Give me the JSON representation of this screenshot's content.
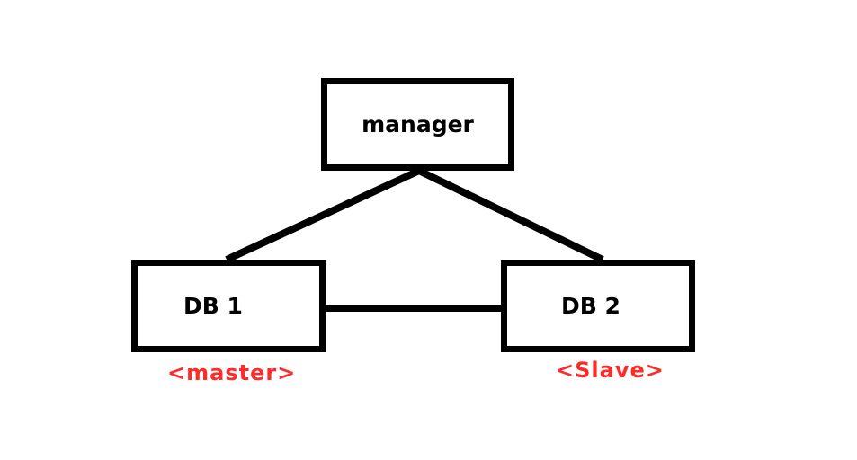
{
  "diagram": {
    "nodes": [
      {
        "id": "manager",
        "label": "manager"
      },
      {
        "id": "db1",
        "label": "DB 1",
        "role": "<master>"
      },
      {
        "id": "db2",
        "label": "DB 2",
        "role": "<Slave>"
      }
    ],
    "edges": [
      {
        "from": "manager",
        "to": "db1"
      },
      {
        "from": "manager",
        "to": "db2"
      },
      {
        "from": "db1",
        "to": "db2"
      }
    ]
  },
  "colors": {
    "stroke": "#000000",
    "role_text": "#ff2a2a",
    "background": "#ffffff"
  }
}
